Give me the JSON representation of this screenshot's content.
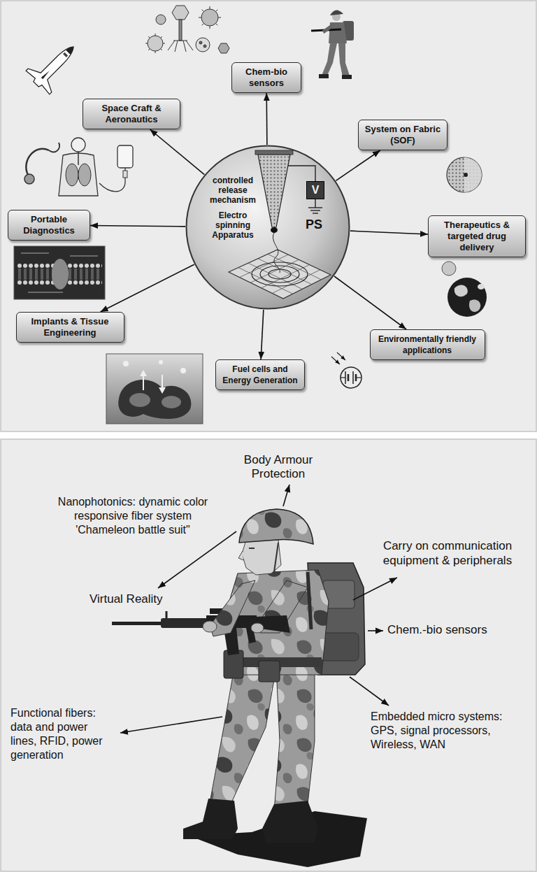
{
  "diagram": {
    "nodes": [
      {
        "text": [
          "Chem-bio sensors"
        ]
      },
      {
        "text": [
          "Space Craft & Aeronautics"
        ]
      },
      {
        "text": [
          "System on Fabric (SOF)"
        ]
      },
      {
        "text": [
          "controlled release mechanism",
          "Electro spinning Apparatus",
          "PS"
        ]
      },
      {
        "text": [
          "V"
        ],
        "in": 3
      },
      {
        "text": [
          "Portable Diagnostics"
        ]
      },
      {
        "text": [
          "Therapeutics & targeted drug delivery"
        ]
      },
      {
        "text": [
          "Implants & Tissue Engineering"
        ]
      },
      {
        "text": [
          "Environmentally friendly applications"
        ]
      },
      {
        "text": [
          "Fuel cells and Energy Generation"
        ]
      }
    ],
    "edges": [
      {
        "from": 3,
        "to": 0,
        "arrow": "to"
      },
      {
        "from": 3,
        "to": 1,
        "arrow": "to"
      },
      {
        "from": 3,
        "to": 2,
        "arrow": "to"
      },
      {
        "from": 3,
        "to": 5,
        "arrow": "to"
      },
      {
        "from": 3,
        "to": 6,
        "arrow": "to"
      },
      {
        "from": 3,
        "to": 7,
        "arrow": "to"
      },
      {
        "from": 3,
        "to": 8,
        "arrow": "to"
      },
      {
        "from": 3,
        "to": 9,
        "arrow": "to"
      }
    ],
    "labels": [
      "Body Armour Protection",
      "Nanophotonics: dynamic color responsive fiber system 'Chameleon battle suit\"",
      "Carry on communication equipment & peripherals",
      "Virtual Reality",
      "Chem.-bio sensors",
      "Functional fibers: data and power lines, RFID, power generation",
      "Embedded micro systems: GPS, signal processors, Wireless, WAN"
    ]
  }
}
